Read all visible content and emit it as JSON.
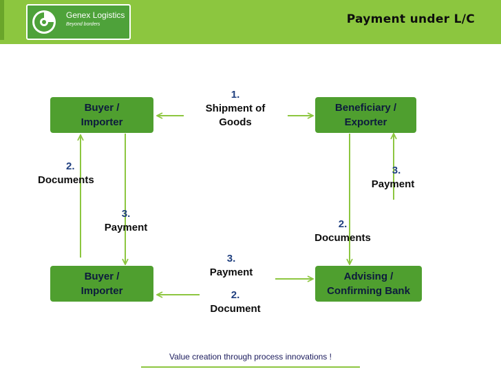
{
  "header": {
    "brand_name": "Genex Logistics",
    "brand_tagline": "Beyond borders",
    "title": "Payment under L/C",
    "accent_color": "#8cc63f",
    "box_color": "#4f9f2f"
  },
  "nodes": {
    "buyer_top": {
      "line1": "Buyer  /",
      "line2": "Importer"
    },
    "beneficiary": {
      "line1": "Beneficiary /",
      "line2": "Exporter"
    },
    "buyer_bottom": {
      "line1": "Buyer  /",
      "line2": "Importer"
    },
    "bank": {
      "line1": "Advising /",
      "line2": "Confirming Bank"
    }
  },
  "labels": {
    "shipment": {
      "num": "1.",
      "line1": "Shipment of",
      "line2": "Goods"
    },
    "left_documents": {
      "num": "2.",
      "text": "Documents"
    },
    "right_payment": {
      "num": "3.",
      "text": "Payment"
    },
    "left_payment": {
      "num": "3.",
      "text": "Payment"
    },
    "right_documents": {
      "num": "2.",
      "text": "Documents"
    },
    "bottom_payment": {
      "num": "3.",
      "text": "Payment"
    },
    "bottom_document": {
      "num": "2.",
      "text": "Document"
    }
  },
  "footer": {
    "text": "Value creation through process innovations !"
  }
}
